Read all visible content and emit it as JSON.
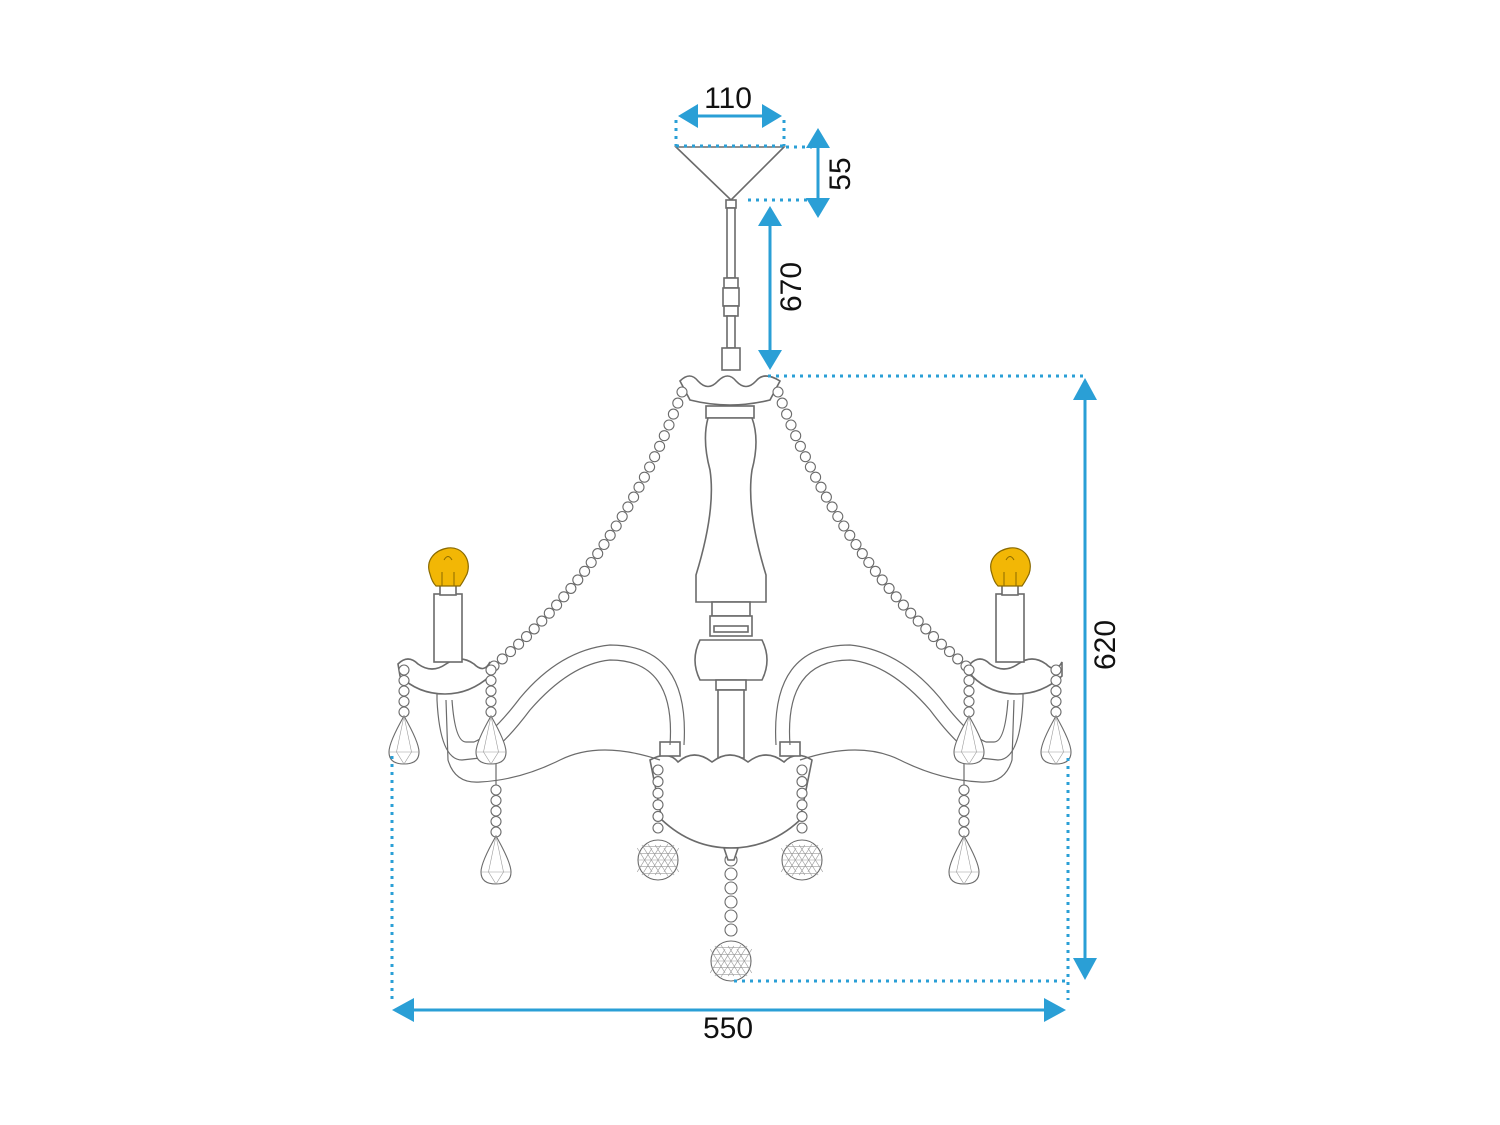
{
  "dimensions": {
    "canopy_width": "110",
    "canopy_height": "55",
    "rod_length": "670",
    "body_height": "620",
    "overall_width": "550"
  },
  "colors": {
    "dimension": "#2a9fd6",
    "outline": "#6b6b6b",
    "bulb": "#f2b705"
  }
}
